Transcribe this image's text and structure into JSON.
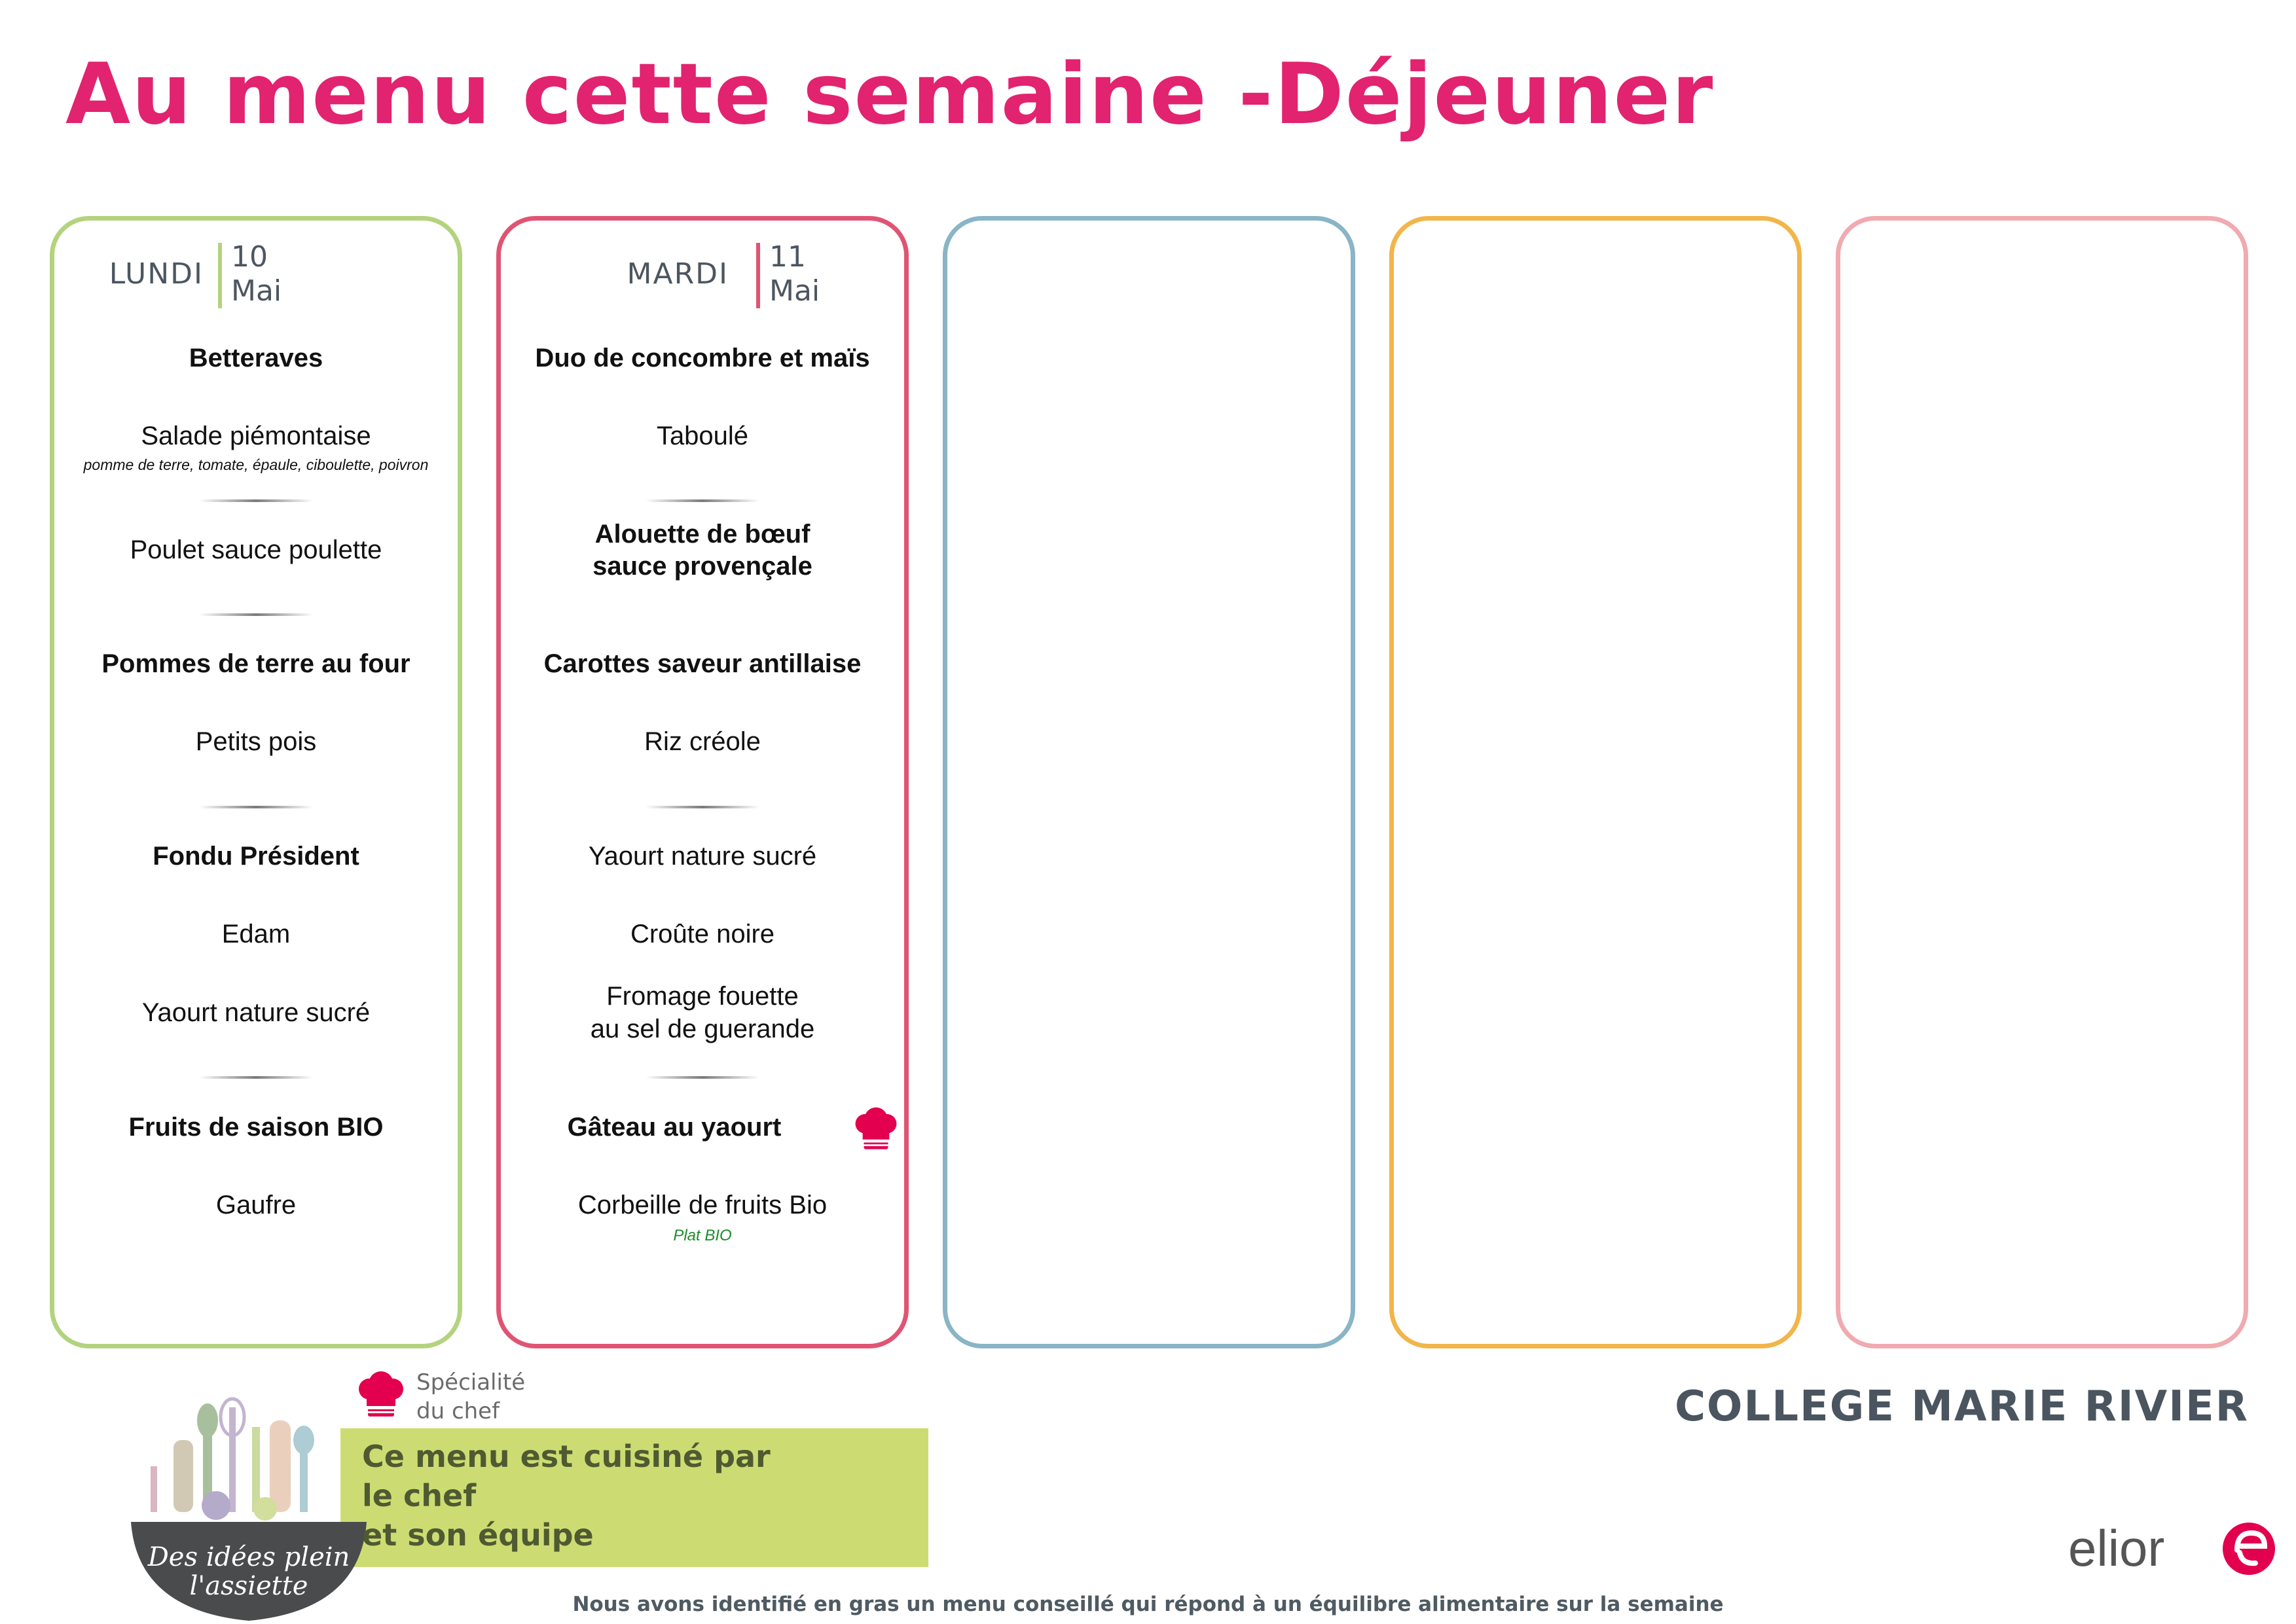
{
  "title": "Au menu cette semaine -Déjeuner",
  "colors": {
    "title": "#e2236f",
    "card_borders": [
      "#b3d37e",
      "#e05473",
      "#89b5c6",
      "#f2b54a",
      "#f0aab0"
    ],
    "legend_green": "#cddc72",
    "elior_red": "#e2004f"
  },
  "days": [
    {
      "name": "LUNDI",
      "date_day": "10",
      "date_month": "Mai",
      "items": [
        {
          "text": "Betteraves"
        },
        {
          "text": "Salade piémontaise",
          "note": "pomme de terre, tomate, épaule, ciboulette, poivron"
        },
        {
          "text": "Poulet sauce poulette"
        },
        {
          "text": "Pommes de terre au four"
        },
        {
          "text": "Petits pois"
        },
        {
          "text": "Fondu Président"
        },
        {
          "text": "Edam"
        },
        {
          "text": "Yaourt nature sucré"
        },
        {
          "text": "Fruits de saison BIO"
        },
        {
          "text": "Gaufre"
        }
      ]
    },
    {
      "name": "MARDI",
      "date_day": "11",
      "date_month": "Mai",
      "items": [
        {
          "text": "Duo de concombre et maïs"
        },
        {
          "text": "Taboulé"
        },
        {
          "text": "Alouette de bœuf",
          "text2": "sauce provençale"
        },
        {
          "text": "Carottes saveur antillaise"
        },
        {
          "text": "Riz créole"
        },
        {
          "text": "Yaourt nature sucré"
        },
        {
          "text": "Croûte noire"
        },
        {
          "text": "Fromage fouette",
          "text2": "au sel de guerande"
        },
        {
          "text": "Gâteau au yaourt",
          "icon": "chef-hat-icon"
        },
        {
          "text": "Corbeille de fruits Bio",
          "note": "Plat BIO"
        }
      ]
    }
  ],
  "legend": {
    "icon": "chef-hat-icon",
    "specialite_line1": "Spécialité",
    "specialite_line2": "du chef",
    "cooked_line1": "Ce menu est cuisiné par",
    "cooked_line2": "le chef",
    "cooked_line3": "et son équipe"
  },
  "logo": {
    "line1": "Des idées plein",
    "line2": "l'assiette"
  },
  "school": "COLLEGE MARIE RIVIER",
  "brand": "elior",
  "footer": "Nous avons identifié en gras un menu conseillé qui répond à un équilibre alimentaire sur la semaine"
}
